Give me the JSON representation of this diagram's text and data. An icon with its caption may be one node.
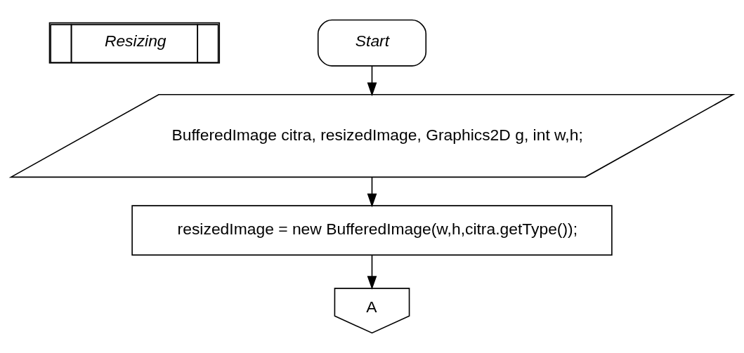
{
  "diagram": {
    "nodes": [
      {
        "text": [
          "Resizing"
        ]
      },
      {
        "text": [
          "Start"
        ]
      },
      {
        "text": [
          "BufferedImage citra, resizedImage, Graphics2D g, int w,h;"
        ]
      },
      {
        "text": [
          "resizedImage = new BufferedImage(w,h,citra.getType());"
        ]
      },
      {
        "text": [
          "A"
        ]
      }
    ],
    "edges": [
      {
        "from": 1,
        "to": 2,
        "arrow": "to"
      },
      {
        "from": 2,
        "to": 3,
        "arrow": "to"
      },
      {
        "from": 3,
        "to": 4,
        "arrow": "to"
      }
    ]
  }
}
